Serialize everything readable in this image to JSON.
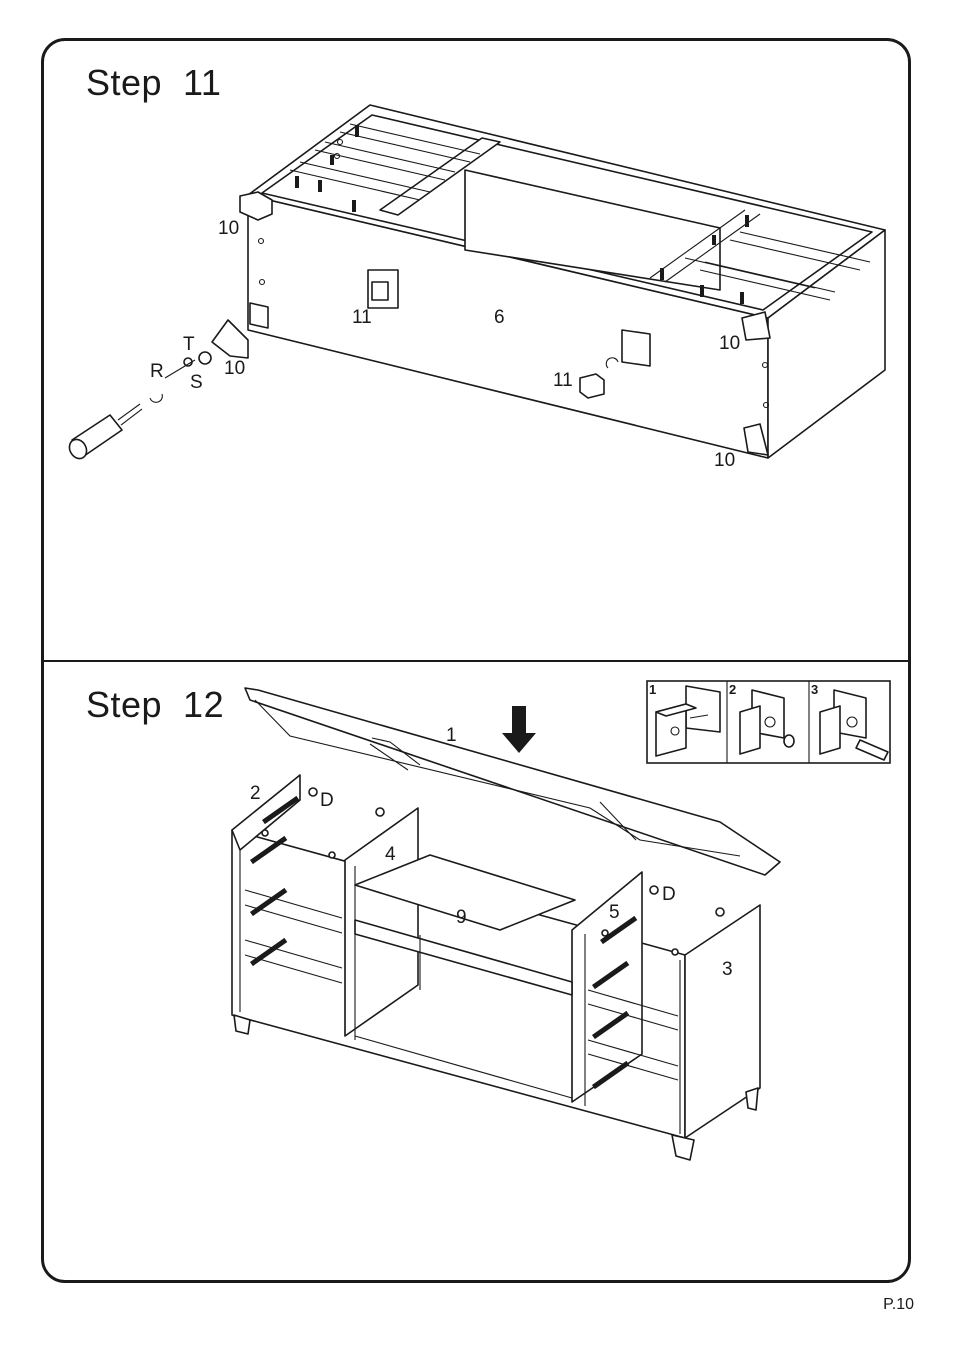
{
  "page": {
    "number": "P.10"
  },
  "step11": {
    "title": "Step  11",
    "labels": {
      "part_10_a": "10",
      "part_10_b": "10",
      "part_10_c": "10",
      "part_10_d": "10",
      "part_11_a": "11",
      "part_11_b": "11",
      "part_6": "6",
      "part_R": "R",
      "part_S": "S",
      "part_T": "T"
    }
  },
  "step12": {
    "title": "Step  12",
    "labels": {
      "part_1": "1",
      "part_2": "2",
      "part_3": "3",
      "part_4": "4",
      "part_5": "5",
      "part_9": "9",
      "part_D_a": "D",
      "part_D_b": "D"
    },
    "inset": {
      "panels": [
        "1",
        "2",
        "3"
      ]
    }
  }
}
